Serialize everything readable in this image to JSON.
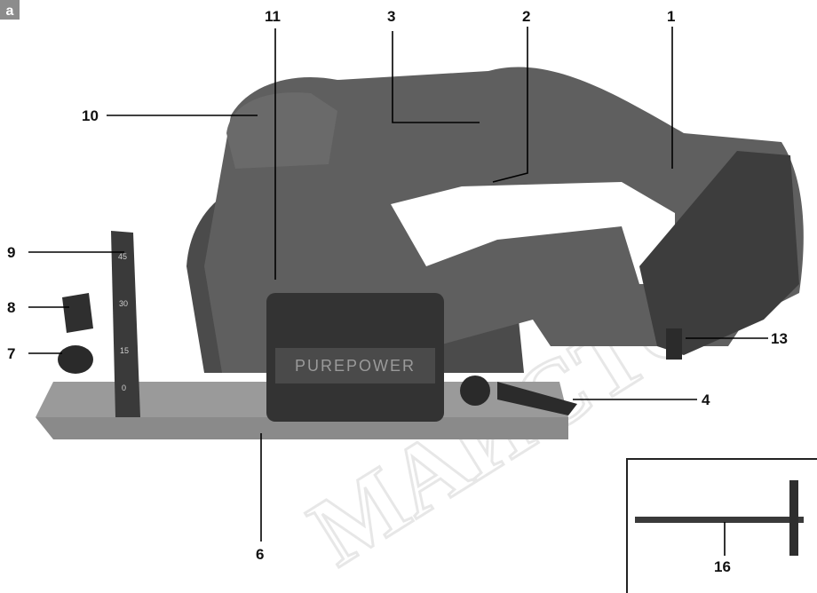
{
  "figure_tag": "a",
  "callouts": {
    "c1": "1",
    "c2": "2",
    "c3": "3",
    "c4": "4",
    "c6": "6",
    "c7": "7",
    "c8": "8",
    "c9": "9",
    "c10": "10",
    "c11": "11",
    "c13": "13",
    "c16": "16"
  },
  "brand_label": "PUREPOWER",
  "bevel_scale": [
    "45",
    "30",
    "15",
    "0"
  ],
  "watermark": "МАЙСТОР РЕШЕНИЯ",
  "colors": {
    "body": "#5a5a5a",
    "body_dark": "#3a3a3a",
    "grip": "#2e2e2e",
    "base_plate": "#7a7a7a",
    "leader": "#000000"
  }
}
